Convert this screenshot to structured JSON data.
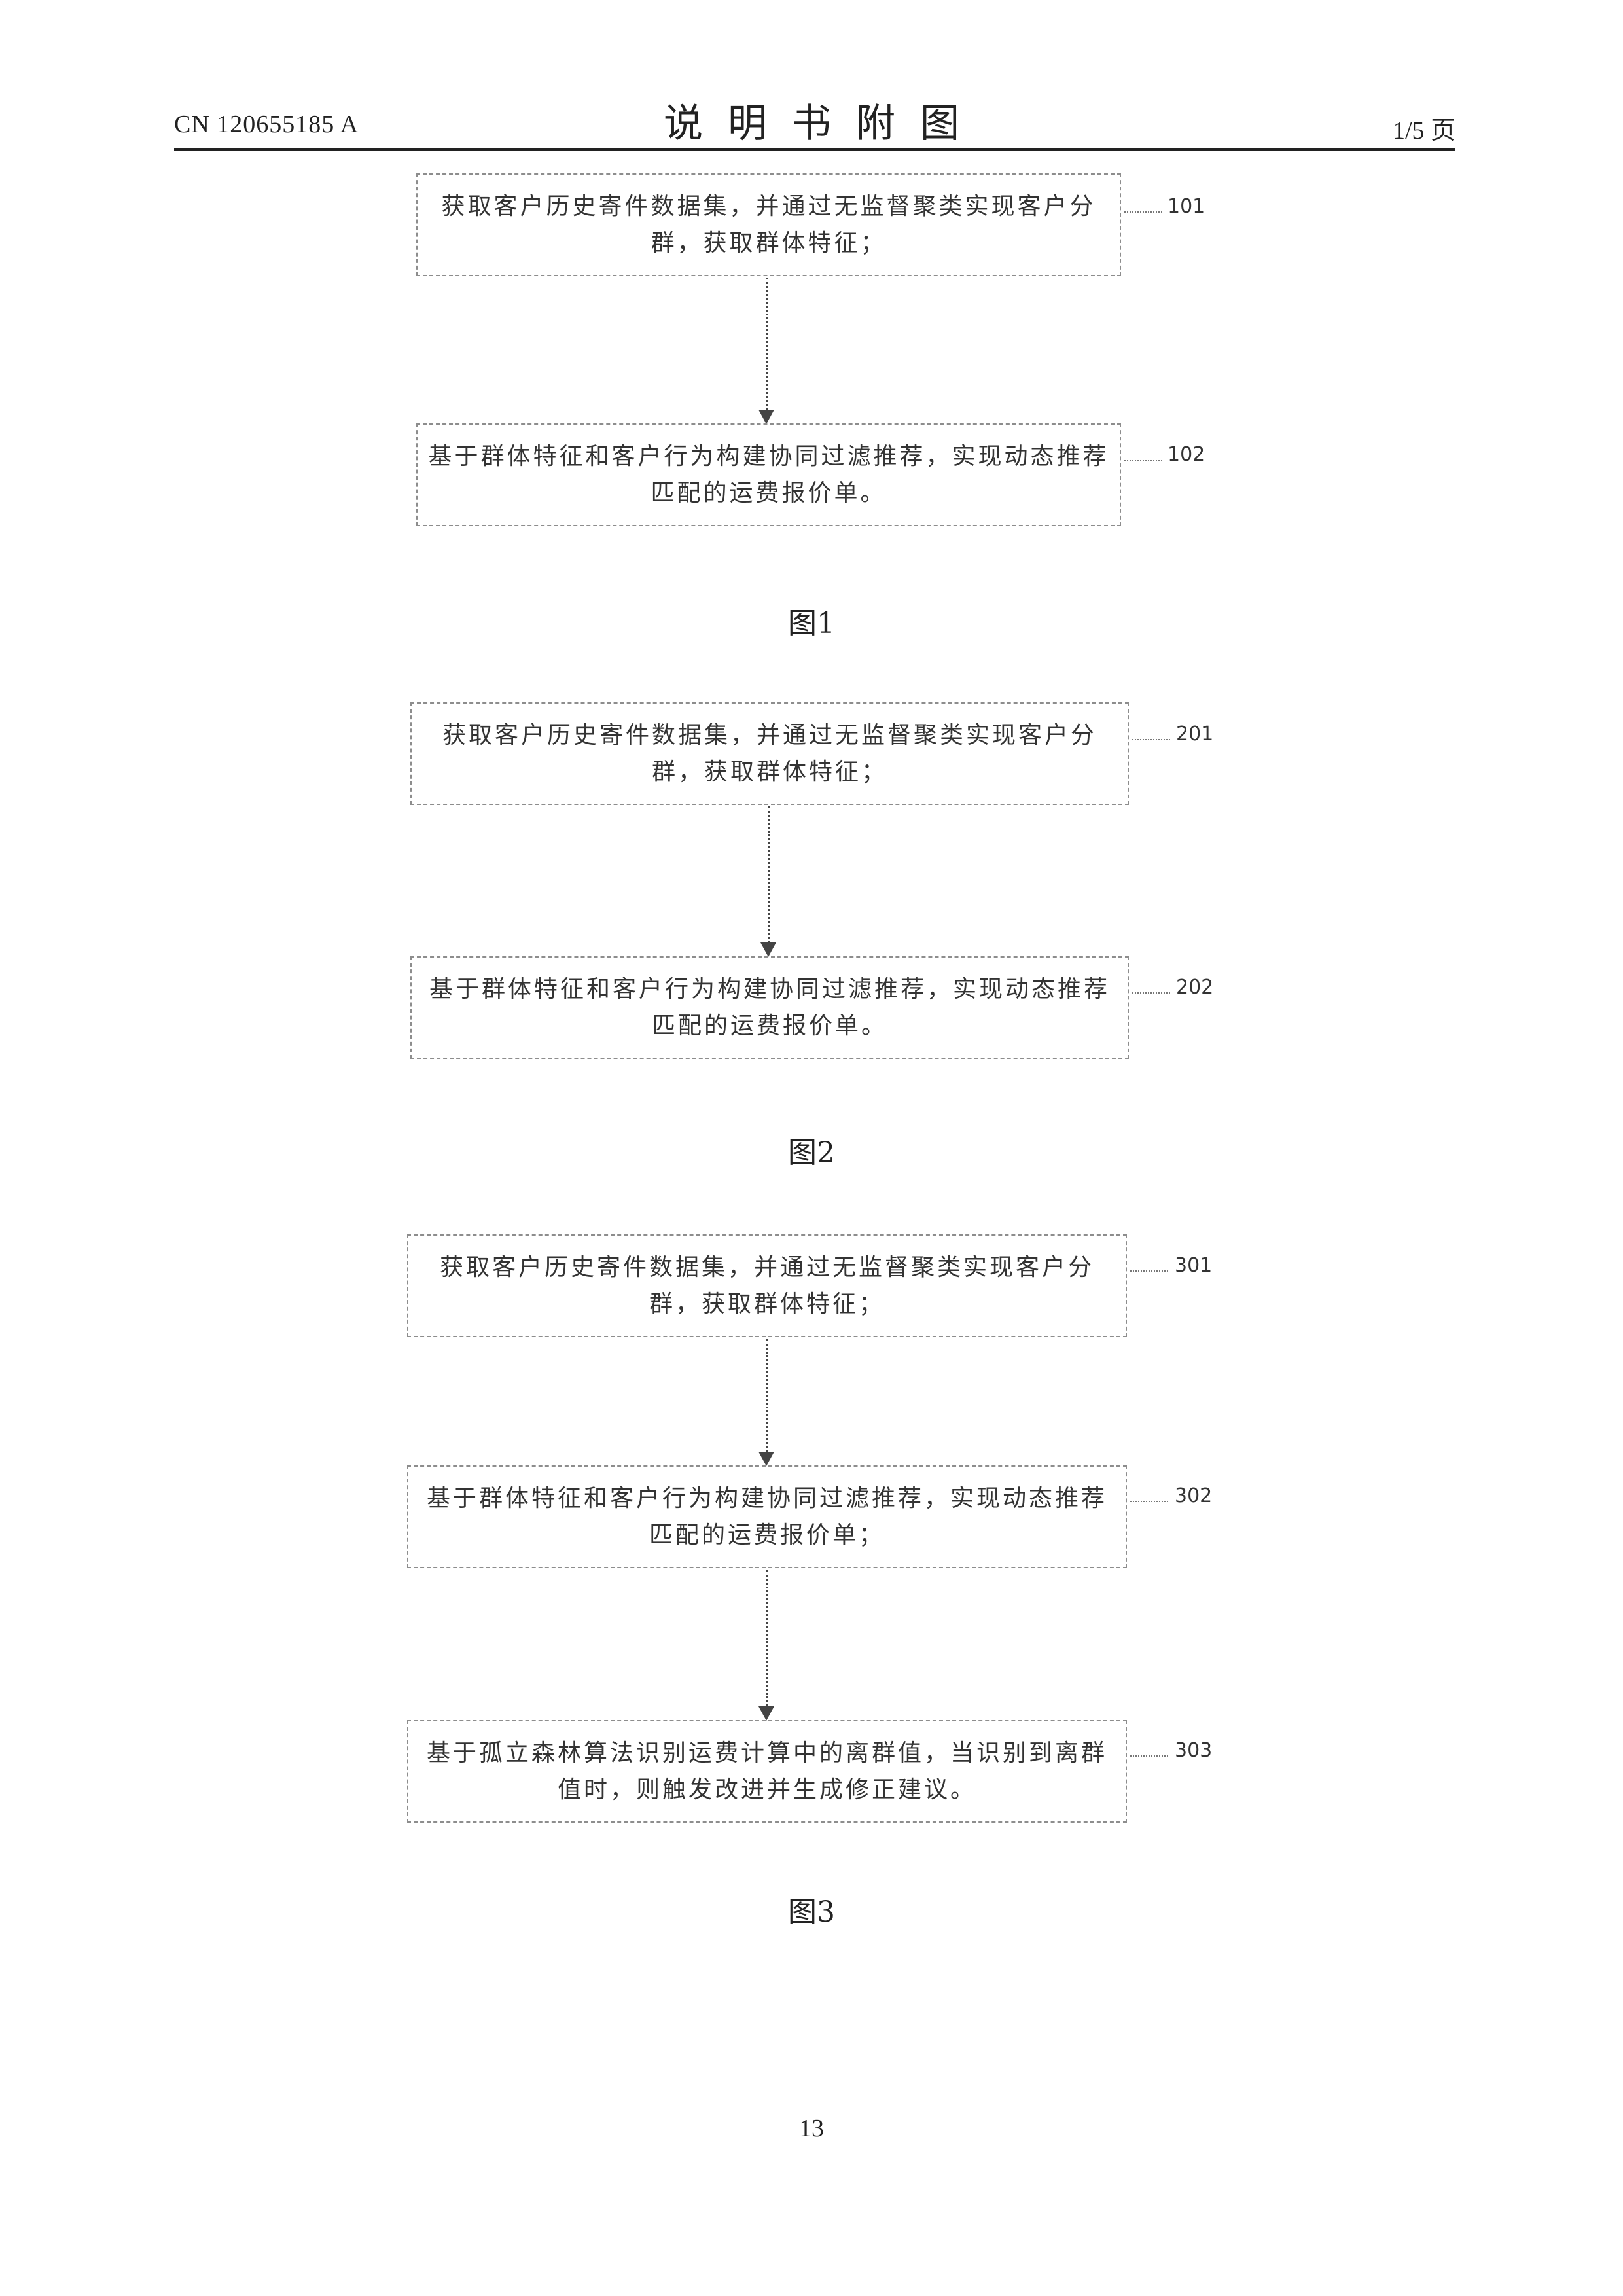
{
  "header": {
    "publication_number": "CN 120655185 A",
    "title": "说明书附图",
    "page_indicator": "1/5 页"
  },
  "figures": [
    {
      "caption": "图1",
      "steps": [
        {
          "ref": "101",
          "text": "获取客户历史寄件数据集，并通过无监督聚类实现客户分群，获取群体特征；"
        },
        {
          "ref": "102",
          "text": "基于群体特征和客户行为构建协同过滤推荐，实现动态推荐匹配的运费报价单。"
        }
      ]
    },
    {
      "caption": "图2",
      "steps": [
        {
          "ref": "201",
          "text": "获取客户历史寄件数据集，并通过无监督聚类实现客户分群，获取群体特征；"
        },
        {
          "ref": "202",
          "text": "基于群体特征和客户行为构建协同过滤推荐，实现动态推荐匹配的运费报价单。"
        }
      ]
    },
    {
      "caption": "图3",
      "steps": [
        {
          "ref": "301",
          "text": "获取客户历史寄件数据集，并通过无监督聚类实现客户分群，获取群体特征；"
        },
        {
          "ref": "302",
          "text": "基于群体特征和客户行为构建协同过滤推荐，实现动态推荐匹配的运费报价单；"
        },
        {
          "ref": "303",
          "text": "基于孤立森林算法识别运费计算中的离群值，当识别到离群值时，则触发改进并生成修正建议。"
        }
      ]
    }
  ],
  "page_number": "13"
}
